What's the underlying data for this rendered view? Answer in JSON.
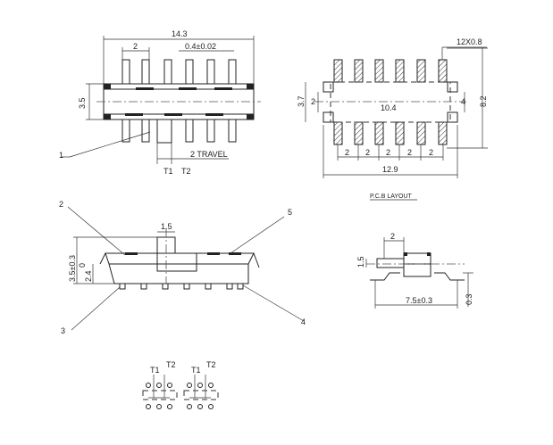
{
  "top_view": {
    "dim_width": "14.3",
    "dim_pitch": "2",
    "dim_pin": "0.4±0.02",
    "dim_height": "3.5",
    "travel": "2 TRAVEL",
    "terminal_1": "T1",
    "terminal_2": "T2",
    "callout_1": "1"
  },
  "pcb_layout": {
    "dim_pads": "12X0.8",
    "dim_3_7": "3.7",
    "dim_2_left": "2",
    "dim_10_4": "10.4",
    "dim_4": "4",
    "dim_8_2": "8.2",
    "pitches": [
      "2",
      "2",
      "2",
      "2",
      "2"
    ],
    "dim_12_9": "12.9",
    "caption": "P.C.B LAYOUT"
  },
  "side_view": {
    "dim_knob": "1.5",
    "dim_total": "3.5±0.3",
    "dim_zero": "0",
    "dim_body": "2.4",
    "callout_2": "2",
    "callout_3": "3",
    "callout_4": "4",
    "callout_5": "5"
  },
  "end_view": {
    "dim_top": "2",
    "dim_knob": "1.5",
    "dim_width": "7.5±0.3",
    "dim_thick": "0.3"
  },
  "schematic": {
    "labels": [
      "T1",
      "T2",
      "T1",
      "T2"
    ]
  }
}
